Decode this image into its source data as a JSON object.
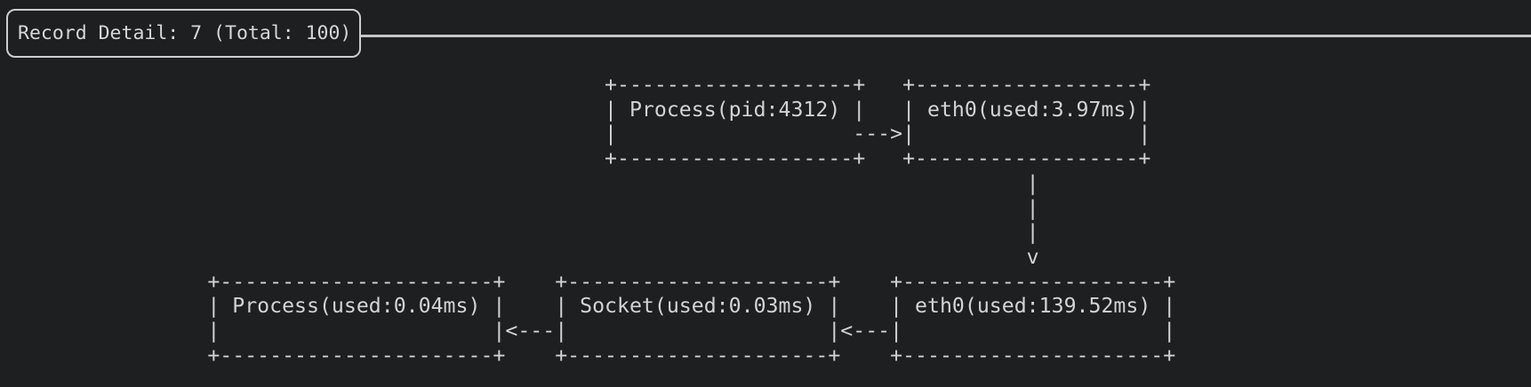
{
  "header": {
    "title": "Record Detail: 7 (Total: 100)"
  },
  "diagram": {
    "lines": [
      "                                                 +-------------------+   +------------------+",
      "                                                 | Process(pid:4312) |   | eth0(used:3.97ms)|",
      "                                                 |                   --->|                  |",
      "                                                 +-------------------+   +------------------+",
      "                                                                                   |",
      "                                                                                   |",
      "                                                                                   |",
      "                                                                                   v",
      "                 +----------------------+    +---------------------+    +---------------------+",
      "                 | Process(used:0.04ms) |    | Socket(used:0.03ms) |    | eth0(used:139.52ms) |",
      "                 |                      |<---|                     |<---|                     |",
      "                 +----------------------+    +---------------------+    +---------------------+"
    ],
    "nodes": [
      "Process(pid:4312)",
      "eth0(used:3.97ms)",
      "eth0(used:139.52ms)",
      "Socket(used:0.03ms)",
      "Process(used:0.04ms)"
    ],
    "edges": [
      "Process(pid:4312) ---> eth0(used:3.97ms)",
      "eth0(used:3.97ms) v eth0(used:139.52ms)",
      "eth0(used:139.52ms) <--- direction: points to Socket(used:0.03ms)",
      "Socket(used:0.03ms) <--- direction: points to Process(used:0.04ms)"
    ]
  },
  "colors": {
    "background": "#1e1f21",
    "foreground": "#d2d4d4",
    "border": "#cccecf",
    "pane_line": "#c4c6c7"
  }
}
